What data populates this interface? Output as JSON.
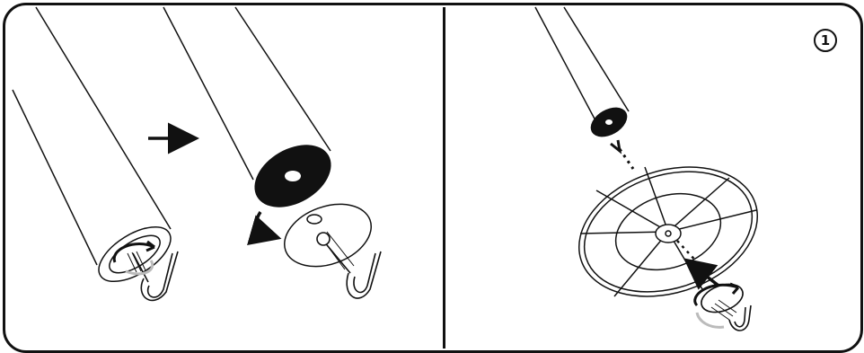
{
  "figure": {
    "step_number": "1",
    "panels": [
      {
        "id": "left",
        "content": "pole-with-hook-and-washer"
      },
      {
        "id": "right",
        "content": "pole-and-base-assembly"
      }
    ],
    "icons": [
      "arrow-right-icon",
      "curved-arrow-down-icon",
      "rotate-arrow-icon",
      "dotted-arrow-icon"
    ],
    "colors": {
      "line": "#111111",
      "fill": "#ffffff",
      "cap": "#111111"
    }
  }
}
